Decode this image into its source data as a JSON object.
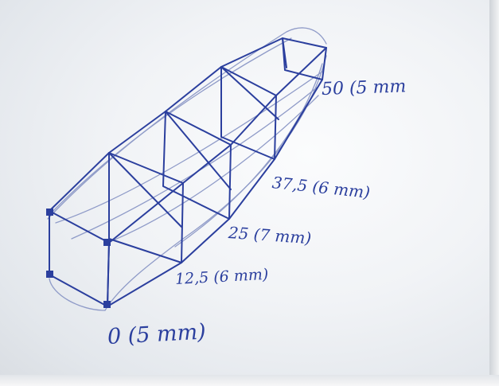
{
  "labels": {
    "station_50": "50 (5 mm",
    "station_37_5": "37,5 (6 mm)",
    "station_25": "25 (7 mm)",
    "station_12_5": "12,5 (6 mm)",
    "station_0": "0 (5 mm)"
  },
  "colors": {
    "ink": "#2b3f9e",
    "ink_light": "#8f9bc8",
    "paper": "#f1f3f6"
  }
}
